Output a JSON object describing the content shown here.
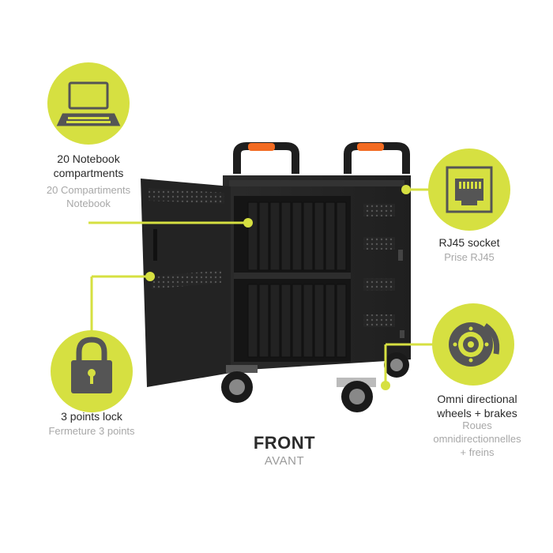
{
  "features": {
    "compartments": {
      "icon": "laptop-icon",
      "label_en_line1": "20 Notebook",
      "label_en_line2": "compartments",
      "label_fr_line1": "20 Compartiments",
      "label_fr_line2": "Notebook"
    },
    "lock": {
      "icon": "padlock-icon",
      "label_en": "3 points lock",
      "label_fr": "Fermeture 3 points"
    },
    "rj45": {
      "icon": "ethernet-port-icon",
      "label_en": "RJ45 socket",
      "label_fr": "Prise RJ45"
    },
    "wheels": {
      "icon": "brake-disc-icon",
      "label_en_line1": "Omni directional",
      "label_en_line2": "wheels  + brakes",
      "label_fr_line1": "Roues",
      "label_fr_line2": "omnidirectionnelles",
      "label_fr_line3": "+ freins"
    }
  },
  "view": {
    "title": "FRONT",
    "subtitle": "AVANT"
  },
  "colors": {
    "accent": "#d6e041",
    "cabinet": "#2a2a2a",
    "handle_grip": "#f26a21",
    "text_dark": "#2b2b2b",
    "text_light": "#a8a8a8"
  }
}
